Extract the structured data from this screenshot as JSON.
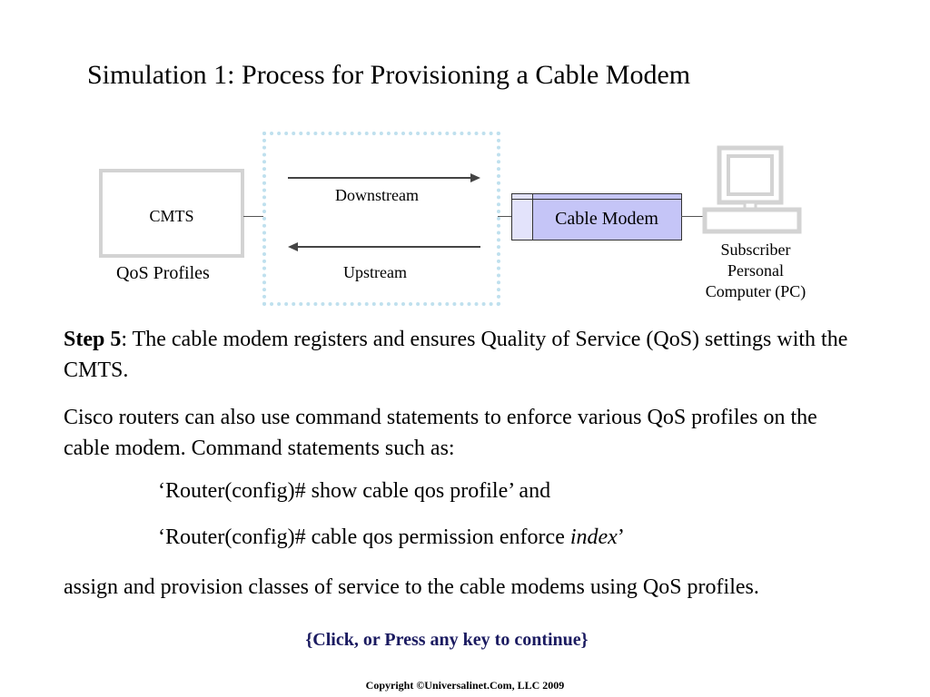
{
  "slide": {
    "title": "Simulation 1: Process for Provisioning a Cable Modem"
  },
  "diagram": {
    "cmts_label": "CMTS",
    "qos_label": "QoS Profiles",
    "downstream_label": "Downstream",
    "upstream_label": "Upstream",
    "modem_label": "Cable Modem",
    "pc_label_line1": "Subscriber",
    "pc_label_line2": "Personal",
    "pc_label_line3": "Computer (PC)",
    "colors": {
      "modem_fill": "#c5c5f7",
      "box_border": "#d3d3d3",
      "dotted_border": "#bfe0ee"
    }
  },
  "body": {
    "step_label": "Step 5",
    "step_text": ": The cable modem registers and ensures Quality of Service (QoS) settings with the CMTS.",
    "para2": "Cisco routers can also use command statements to enforce various QoS profiles on the cable modem. Command statements such as:",
    "cmd1": "‘Router(config)#  show cable qos profile’ and",
    "cmd2_prefix": "‘Router(config)#  cable qos permission enforce ",
    "cmd2_italic": "index",
    "cmd2_suffix": "’",
    "para3": "assign and provision classes of service to the cable modems using QoS profiles."
  },
  "footer": {
    "continue": "{Click, or Press any key to continue}",
    "copyright": "Copyright ©Universalinet.Com, LLC 2009"
  }
}
